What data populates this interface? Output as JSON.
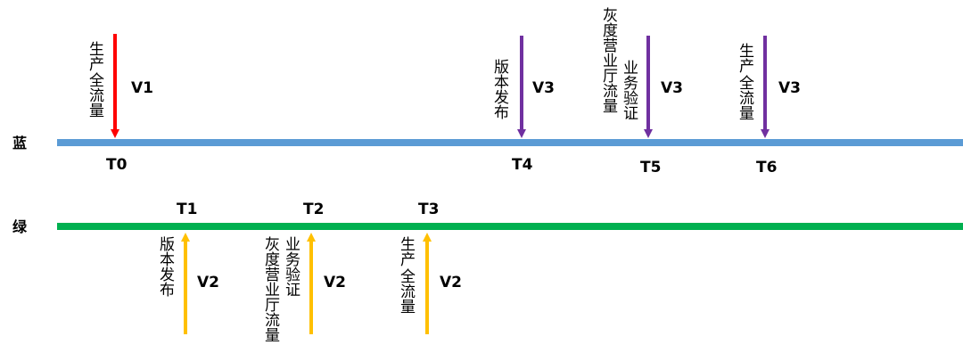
{
  "colors": {
    "blue_track": "#5B9BD5",
    "green_track": "#00B050",
    "v1_arrow": "#FF0000",
    "v3_arrow": "#7030A0",
    "v2_arrow": "#FFC000",
    "text": "#1a1a1a"
  },
  "tracks": {
    "blue": {
      "label": "蓝"
    },
    "green": {
      "label": "绿"
    }
  },
  "blue_events": [
    {
      "time": "T0",
      "version": "V1",
      "arrow": "v1_arrow",
      "note_cols": [
        "生产",
        "全流量"
      ]
    },
    {
      "time": "T4",
      "version": "V3",
      "arrow": "v3_arrow",
      "note_cols": [
        "版本发布"
      ]
    },
    {
      "time": "T5",
      "version": "V3",
      "arrow": "v3_arrow",
      "note_cols": [
        "灰度营业厅流量",
        "业务验证"
      ]
    },
    {
      "time": "T6",
      "version": "V3",
      "arrow": "v3_arrow",
      "note_cols": [
        "生产",
        "全流量"
      ]
    }
  ],
  "green_events": [
    {
      "time": "T1",
      "version": "V2",
      "arrow": "v2_arrow",
      "note_cols": [
        "版本发布"
      ]
    },
    {
      "time": "T2",
      "version": "V2",
      "arrow": "v2_arrow",
      "note_cols": [
        "灰度营业厅流量",
        "业务验证"
      ]
    },
    {
      "time": "T3",
      "version": "V2",
      "arrow": "v2_arrow",
      "note_cols": [
        "生产",
        "全流量"
      ]
    }
  ]
}
